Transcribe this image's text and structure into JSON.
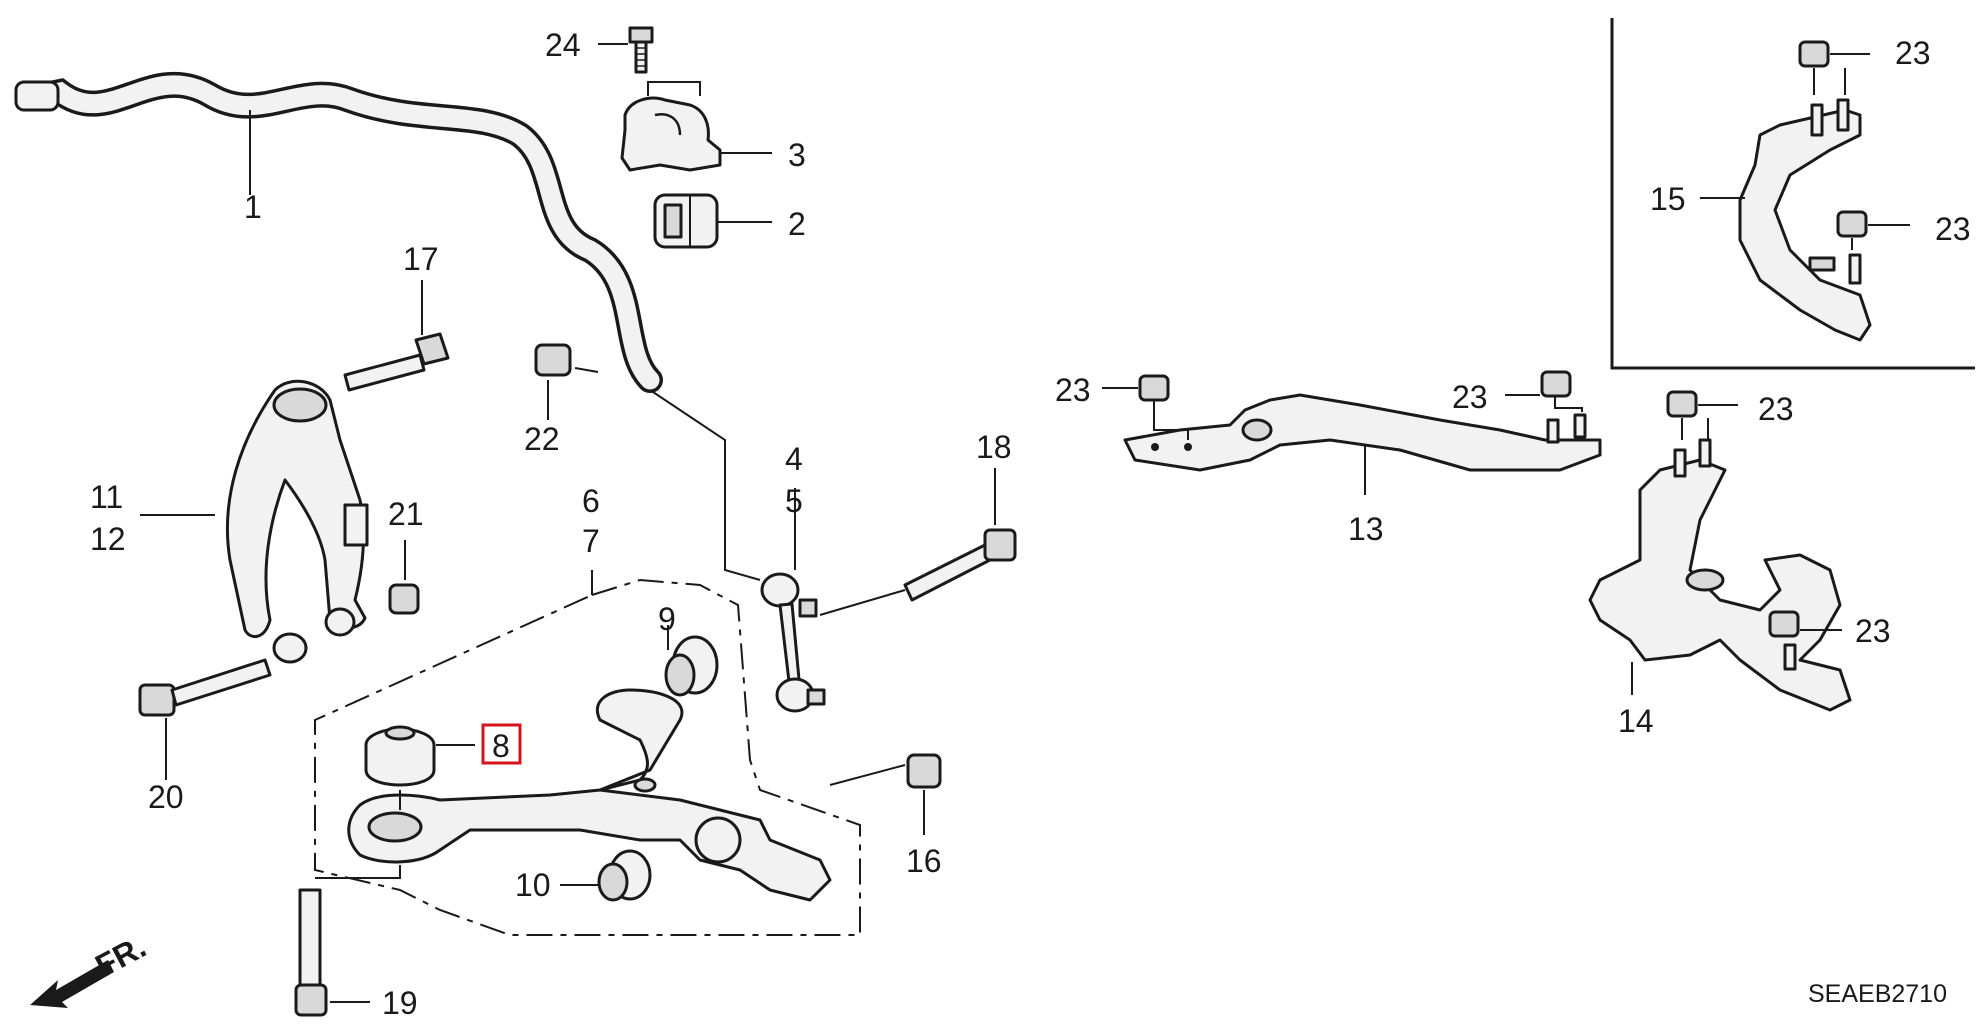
{
  "callouts": {
    "c1": "1",
    "c2": "2",
    "c3": "3",
    "c4": "4",
    "c5": "5",
    "c6": "6",
    "c7": "7",
    "c8": "8",
    "c9": "9",
    "c10": "10",
    "c11": "11",
    "c12": "12",
    "c13": "13",
    "c14": "14",
    "c15": "15",
    "c16": "16",
    "c17": "17",
    "c18": "18",
    "c19": "19",
    "c20": "20",
    "c21": "21",
    "c22": "22",
    "c23": "23",
    "c24": "24"
  },
  "highlighted_part": "8",
  "direction_label": "FR.",
  "diagram_code": "SEAEB2710",
  "colors": {
    "highlight": "#d4131b",
    "line": "#1a1a1a",
    "part_fill": "#f2f2f2"
  }
}
